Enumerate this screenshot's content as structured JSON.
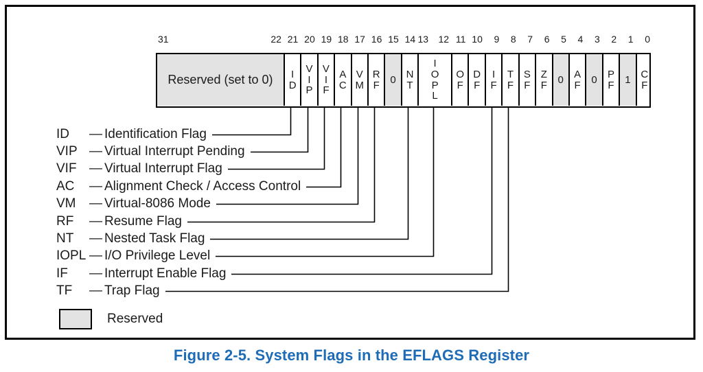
{
  "figure": {
    "caption": "Figure 2-5.  System Flags in the EFLAGS Register",
    "caption_color": "#1d6cb5",
    "reserved_fill_color": "#e3e3e3",
    "line_color": "#000000"
  },
  "register": {
    "name": "EFLAGS",
    "width_bits": 32,
    "reserved_label": "Reserved (set to 0)",
    "bit_numbers": [
      "31",
      "22",
      "21",
      "20",
      "19",
      "18",
      "17",
      "16",
      "15",
      "14",
      "13",
      "12",
      "11",
      "10",
      "9",
      "8",
      "7",
      "6",
      "5",
      "4",
      "3",
      "2",
      "1",
      "0"
    ],
    "fields": [
      {
        "label": "Reserved (set to 0)",
        "bits": "31:22",
        "reserved": true,
        "wide": true
      },
      {
        "label": "ID",
        "bits": "21",
        "reserved": false
      },
      {
        "label": "VIP",
        "bits": "20",
        "reserved": false
      },
      {
        "label": "VIF",
        "bits": "19",
        "reserved": false
      },
      {
        "label": "AC",
        "bits": "18",
        "reserved": false
      },
      {
        "label": "VM",
        "bits": "17",
        "reserved": false
      },
      {
        "label": "RF",
        "bits": "16",
        "reserved": false
      },
      {
        "label": "0",
        "bits": "15",
        "reserved": true
      },
      {
        "label": "NT",
        "bits": "14",
        "reserved": false
      },
      {
        "label": "IOPL",
        "bits": "13:12",
        "reserved": false
      },
      {
        "label": "OF",
        "bits": "11",
        "reserved": false
      },
      {
        "label": "DF",
        "bits": "10",
        "reserved": false
      },
      {
        "label": "IF",
        "bits": "9",
        "reserved": false
      },
      {
        "label": "TF",
        "bits": "8",
        "reserved": false
      },
      {
        "label": "SF",
        "bits": "7",
        "reserved": false
      },
      {
        "label": "ZF",
        "bits": "6",
        "reserved": false
      },
      {
        "label": "0",
        "bits": "5",
        "reserved": true
      },
      {
        "label": "AF",
        "bits": "4",
        "reserved": false
      },
      {
        "label": "0",
        "bits": "3",
        "reserved": true
      },
      {
        "label": "PF",
        "bits": "2",
        "reserved": false
      },
      {
        "label": "1",
        "bits": "1",
        "reserved": true
      },
      {
        "label": "CF",
        "bits": "0",
        "reserved": false
      }
    ]
  },
  "legend": {
    "dash": "—",
    "entries": [
      {
        "abbr": "ID",
        "desc": "Identification Flag"
      },
      {
        "abbr": "VIP",
        "desc": "Virtual Interrupt Pending"
      },
      {
        "abbr": "VIF",
        "desc": "Virtual Interrupt Flag"
      },
      {
        "abbr": "AC",
        "desc": "Alignment Check / Access Control"
      },
      {
        "abbr": "VM",
        "desc": "Virtual-8086 Mode"
      },
      {
        "abbr": "RF",
        "desc": "Resume Flag"
      },
      {
        "abbr": "NT",
        "desc": "Nested Task Flag"
      },
      {
        "abbr": "IOPL",
        "desc": "I/O Privilege Level"
      },
      {
        "abbr": "IF",
        "desc": "Interrupt Enable Flag"
      },
      {
        "abbr": "TF",
        "desc": "Trap Flag"
      }
    ]
  },
  "key": {
    "reserved_label": "Reserved"
  }
}
